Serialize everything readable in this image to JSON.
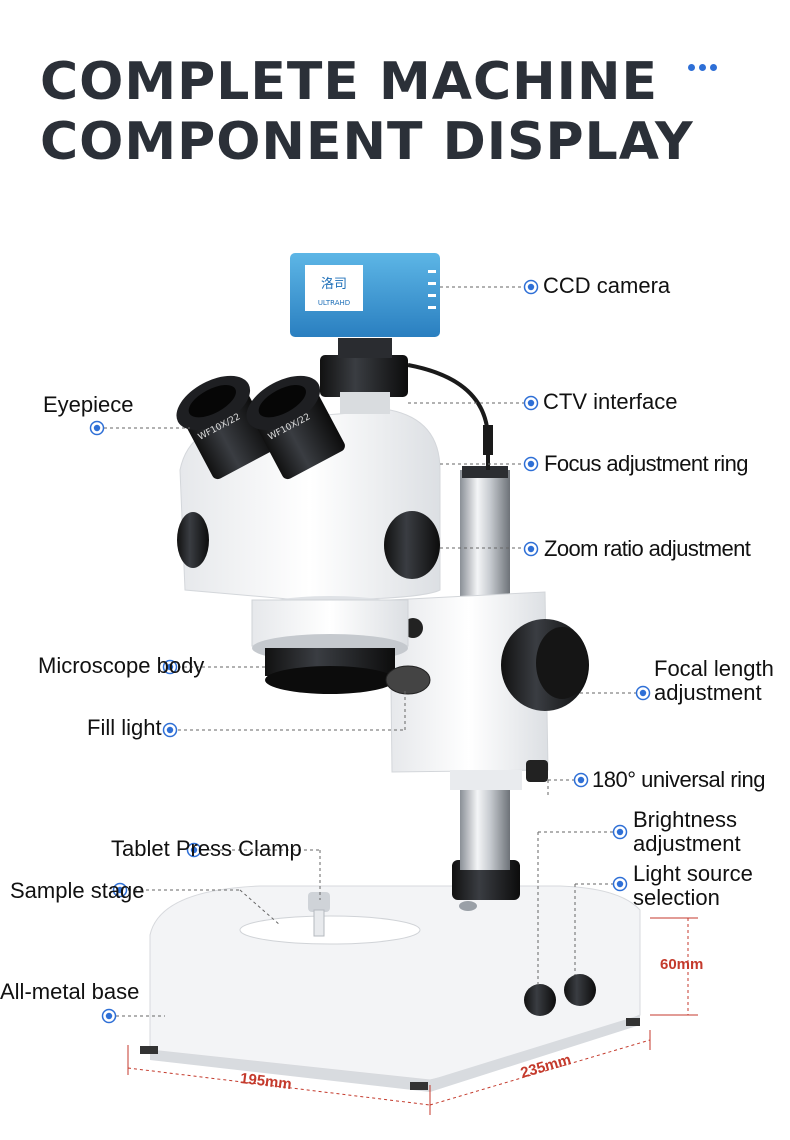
{
  "title": {
    "line1": "COMPLETE MACHINE",
    "line2": "COMPONENT DISPLAY"
  },
  "camera_brand": "洛司",
  "camera_badge": "ULTRAHD",
  "eyepiece_marking": "WF10X/22",
  "labels": {
    "ccd_camera": "CCD camera",
    "ctv_interface": "CTV interface",
    "eyepiece": "Eyepiece",
    "focus_ring": "Focus adjustment ring",
    "zoom_ratio": "Zoom ratio adjustment",
    "microscope_body": "Microscope body",
    "focal_length_1": "Focal length",
    "focal_length_2": "adjustment",
    "fill_light": "Fill light",
    "universal_ring": "180° universal ring",
    "brightness_1": "Brightness",
    "brightness_2": "adjustment",
    "light_source_1": "Light source",
    "light_source_2": "selection",
    "tablet_clamp": "Tablet Press Clamp",
    "sample_stage": "Sample stage",
    "base": "All-metal base"
  },
  "dimensions": {
    "height": "60mm",
    "width": "195mm",
    "depth": "235mm"
  },
  "colors": {
    "accent": "#2e6fd6",
    "dimension": "#c43a2c",
    "title": "#2b3038"
  }
}
